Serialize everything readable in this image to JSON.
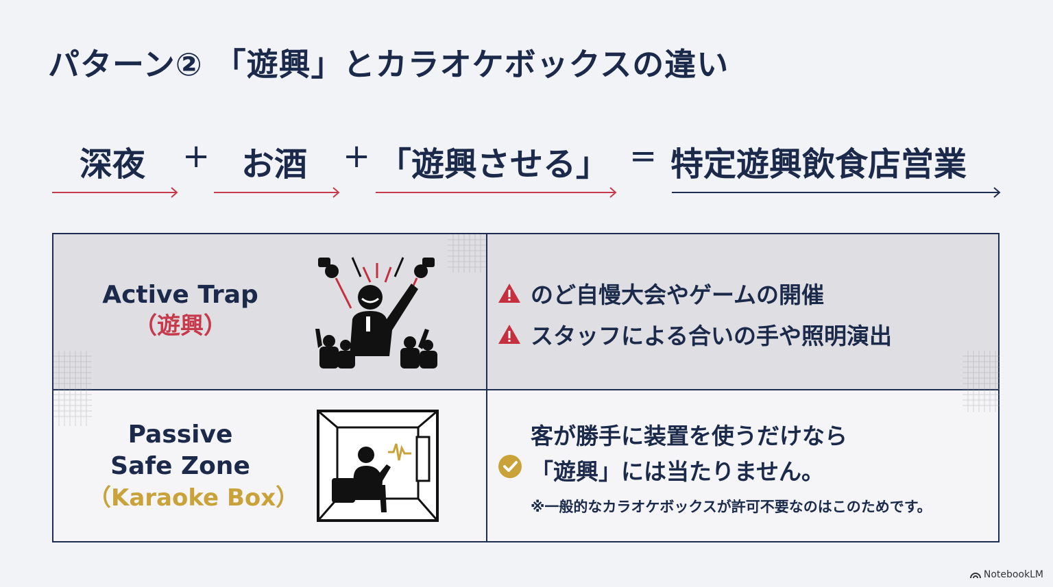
{
  "title": "パターン② 「遊興」とカラオケボックスの違い",
  "formula": {
    "term1": "深夜",
    "plus1": "+",
    "term2": "お酒",
    "plus2": "+",
    "term3": "「遊興させる」",
    "equals": "=",
    "result": "特定遊興飲食店営業"
  },
  "rows": [
    {
      "label_line1": "Active Trap",
      "label_line2": "（遊興）",
      "icon": "singer-on-stage-icon",
      "bullets": [
        "のど自慢大会やゲームの開催",
        "スタッフによる合いの手や照明演出"
      ]
    },
    {
      "label_line1": "Passive",
      "label_line2": "Safe Zone",
      "label_line3": "（Karaoke Box）",
      "icon": "karaoke-box-singer-icon",
      "ok_line1": "客が勝手に装置を使うだけなら",
      "ok_line2": "「遊興」には当たりません。",
      "note": "※一般的なカラオケボックスが許可不要なのはこのためです。"
    }
  ],
  "footer": "NotebookLM",
  "colors": {
    "navy": "#1b2a4a",
    "red": "#c63a4b",
    "gold": "#c9a23a",
    "warning": "#c6303e"
  }
}
